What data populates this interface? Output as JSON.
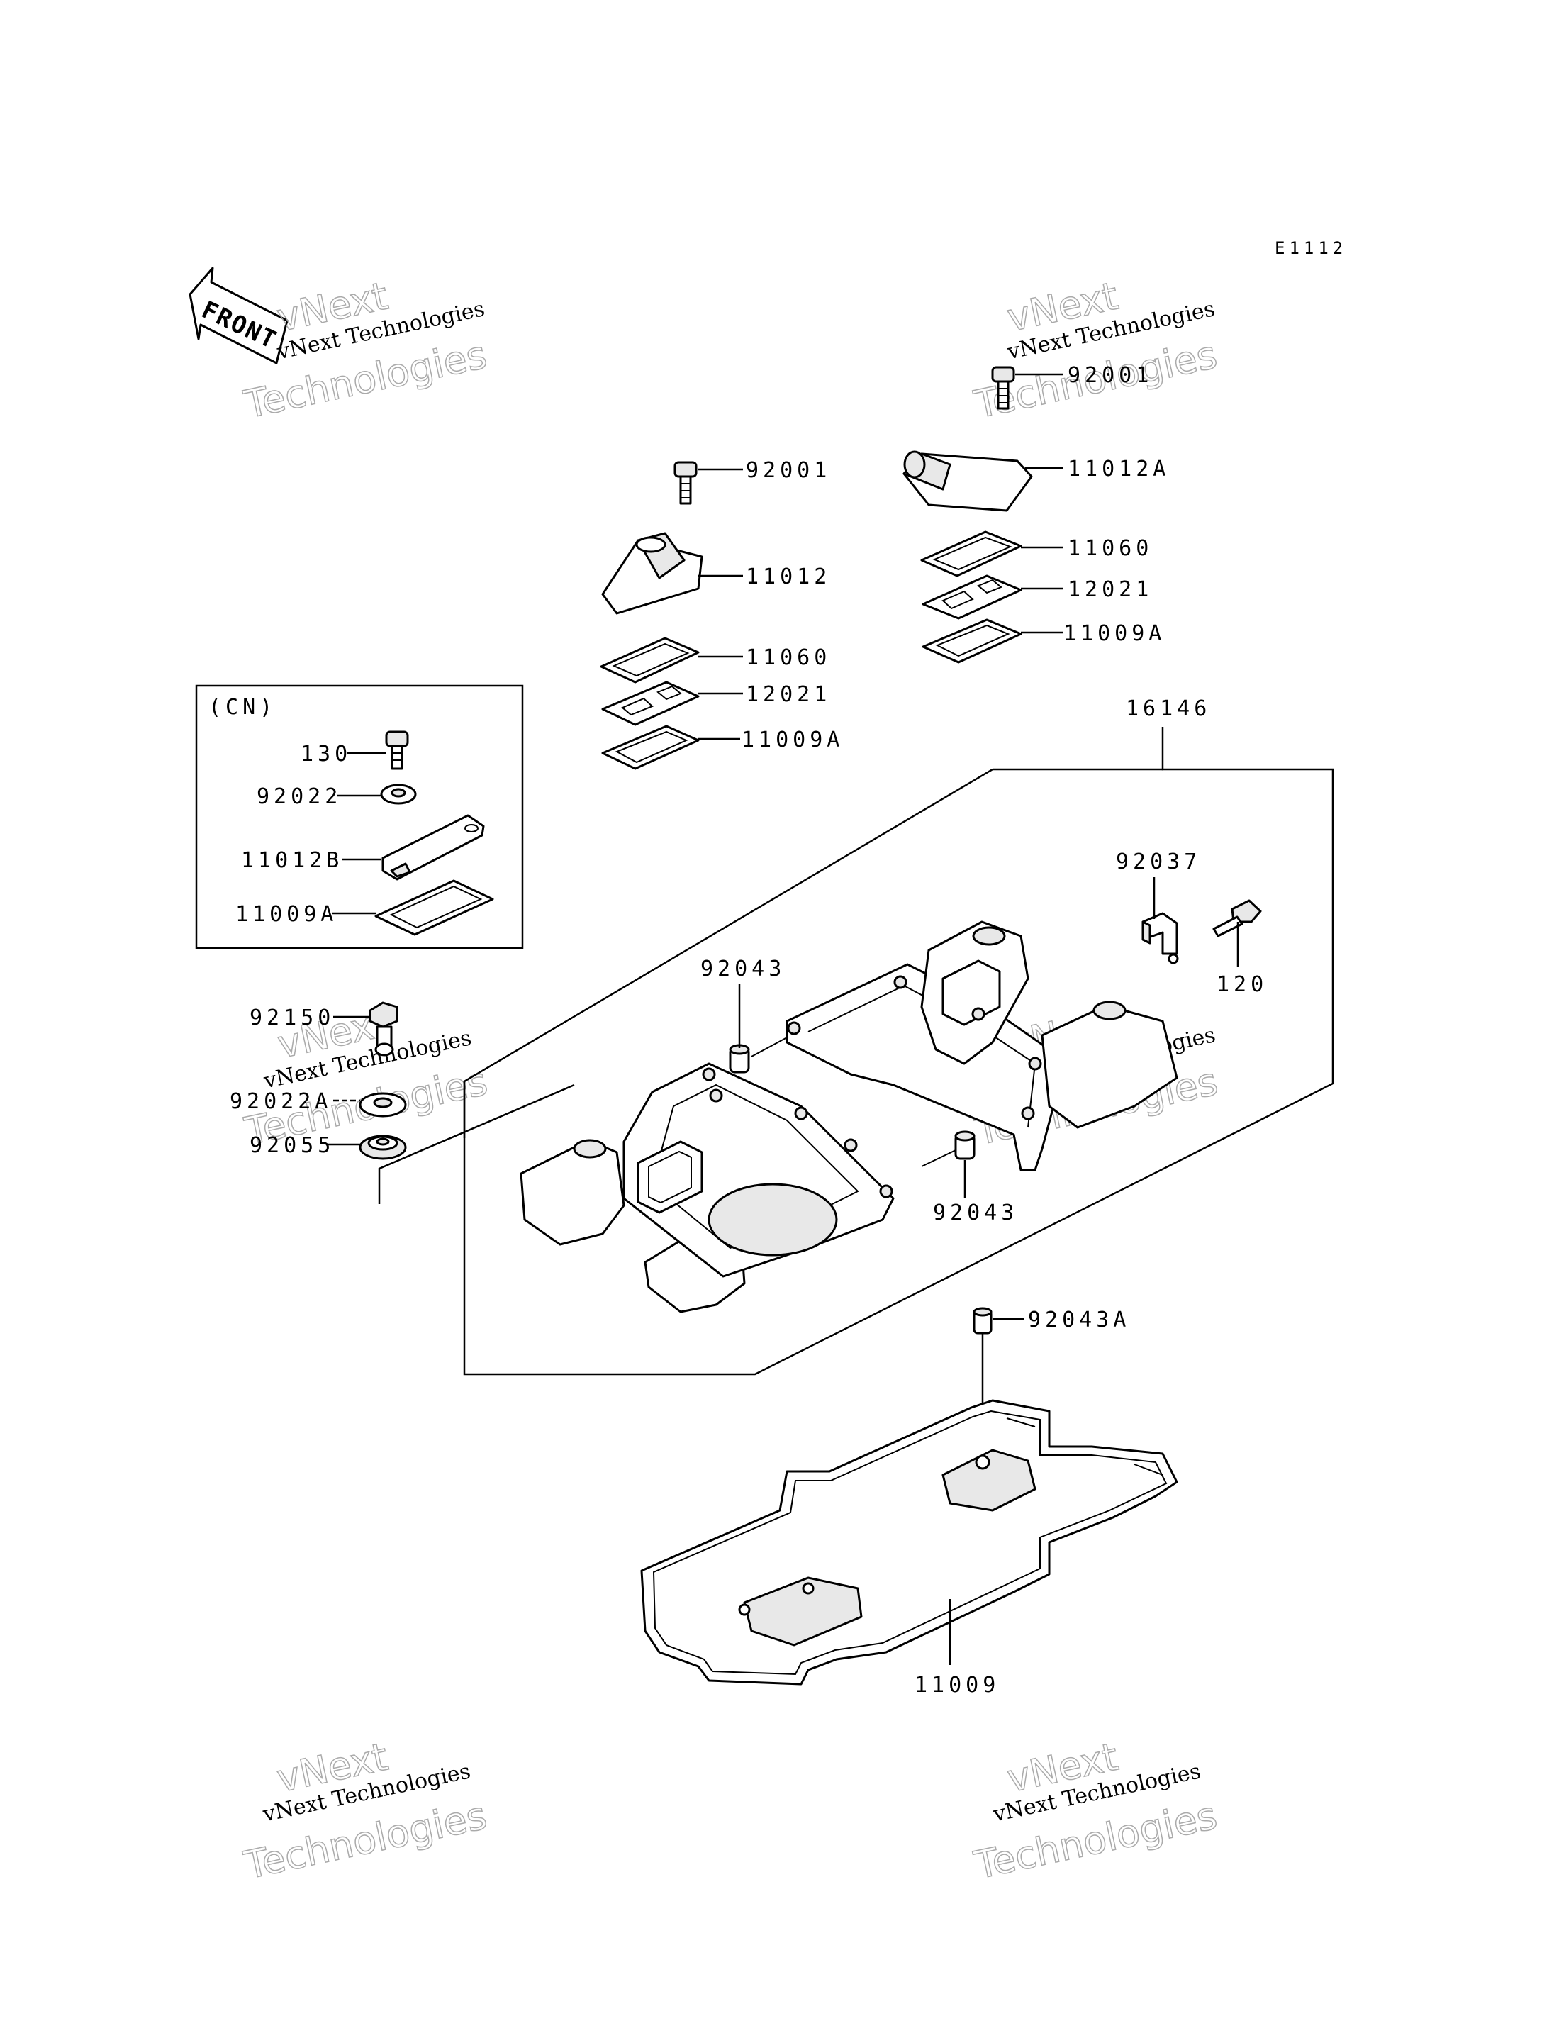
{
  "diagram_code": "E1112",
  "front_arrow_label": "FRONT",
  "inset_label": "(CN)",
  "watermark": {
    "line1": "vNext",
    "line2": "vNext Technologies",
    "line3": "Technologies"
  },
  "labels": {
    "p92001_top": "92001",
    "p11012A": "11012A",
    "p11060_right": "11060",
    "p12021_right": "12021",
    "p11009A_right": "11009A",
    "p92001_mid": "92001",
    "p11012": "11012",
    "p11060_left": "11060",
    "p12021_left": "12021",
    "p11009A_left": "11009A",
    "p16146": "16146",
    "p130": "130",
    "p92022": "92022",
    "p11012B": "11012B",
    "p11009A_inset": "11009A",
    "p92037": "92037",
    "p120": "120",
    "p92043_a": "92043",
    "p92043_b": "92043",
    "p92150": "92150",
    "p92022A": "92022A",
    "p92055": "92055",
    "p92043A": "92043A",
    "p11009": "11009"
  }
}
